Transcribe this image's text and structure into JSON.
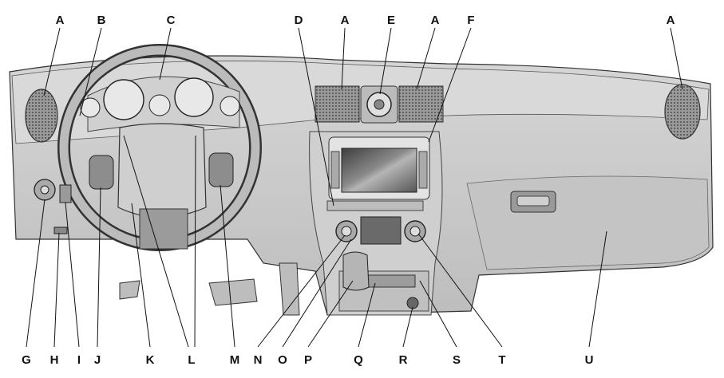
{
  "callouts": {
    "top": [
      "A",
      "B",
      "C",
      "D",
      "A",
      "E",
      "A",
      "F",
      "A"
    ],
    "bottom": [
      "G",
      "H",
      "I",
      "J",
      "K",
      "L",
      "M",
      "N",
      "O",
      "P",
      "Q",
      "R",
      "S",
      "T",
      "U"
    ]
  },
  "colors": {
    "line": "#111111",
    "panel_light": "#e6e6e6",
    "panel_mid": "#c8c8c8",
    "panel_dark": "#8c8c8c",
    "screen": "#5a5a5a",
    "background": "#ffffff"
  }
}
